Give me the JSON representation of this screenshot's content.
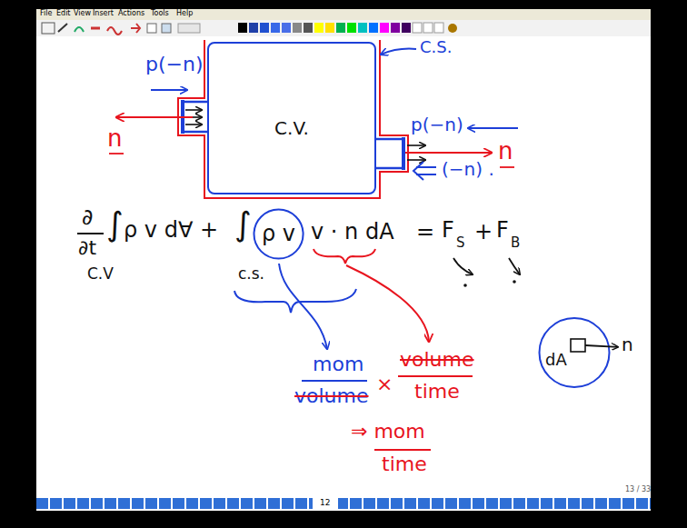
{
  "diagram": {
    "nodes": [
      {
        "text": [
          "C.V."
        ]
      },
      {
        "text": [
          "ρ v"
        ]
      },
      {
        "text": [
          "dA",
          "n"
        ]
      }
    ],
    "labels": [
      "File",
      "Edit",
      "View",
      "Insert",
      "Actions",
      "Tools",
      "Help",
      "C.S.",
      "p(−n)",
      "n",
      "p(−n)",
      "n",
      "(−n) .",
      "∂",
      "∂t",
      "∫",
      "ρ v d∀ +",
      "C.V",
      "∫",
      "c.s.",
      "v · n dA",
      "=",
      "F",
      "S",
      "+",
      "F",
      "B",
      "mom",
      "volume",
      "×",
      "volume",
      "time",
      "⇒ mom",
      "time",
      "12",
      "13 / 33"
    ]
  }
}
